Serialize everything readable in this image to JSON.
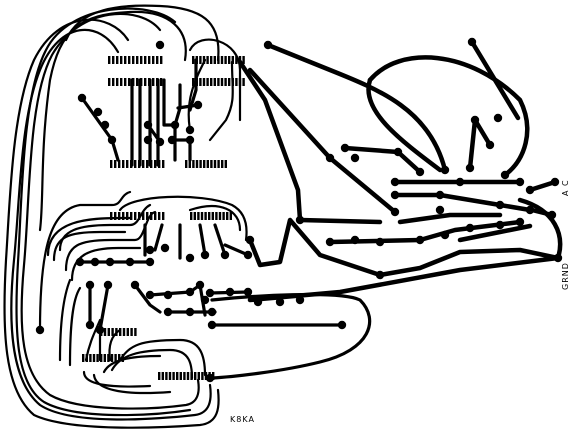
{
  "labels": {
    "ac": "A C",
    "ground": "GRND",
    "callsign": "K8KA"
  },
  "colors": {
    "ink": "#000000",
    "background": "#ffffff"
  }
}
